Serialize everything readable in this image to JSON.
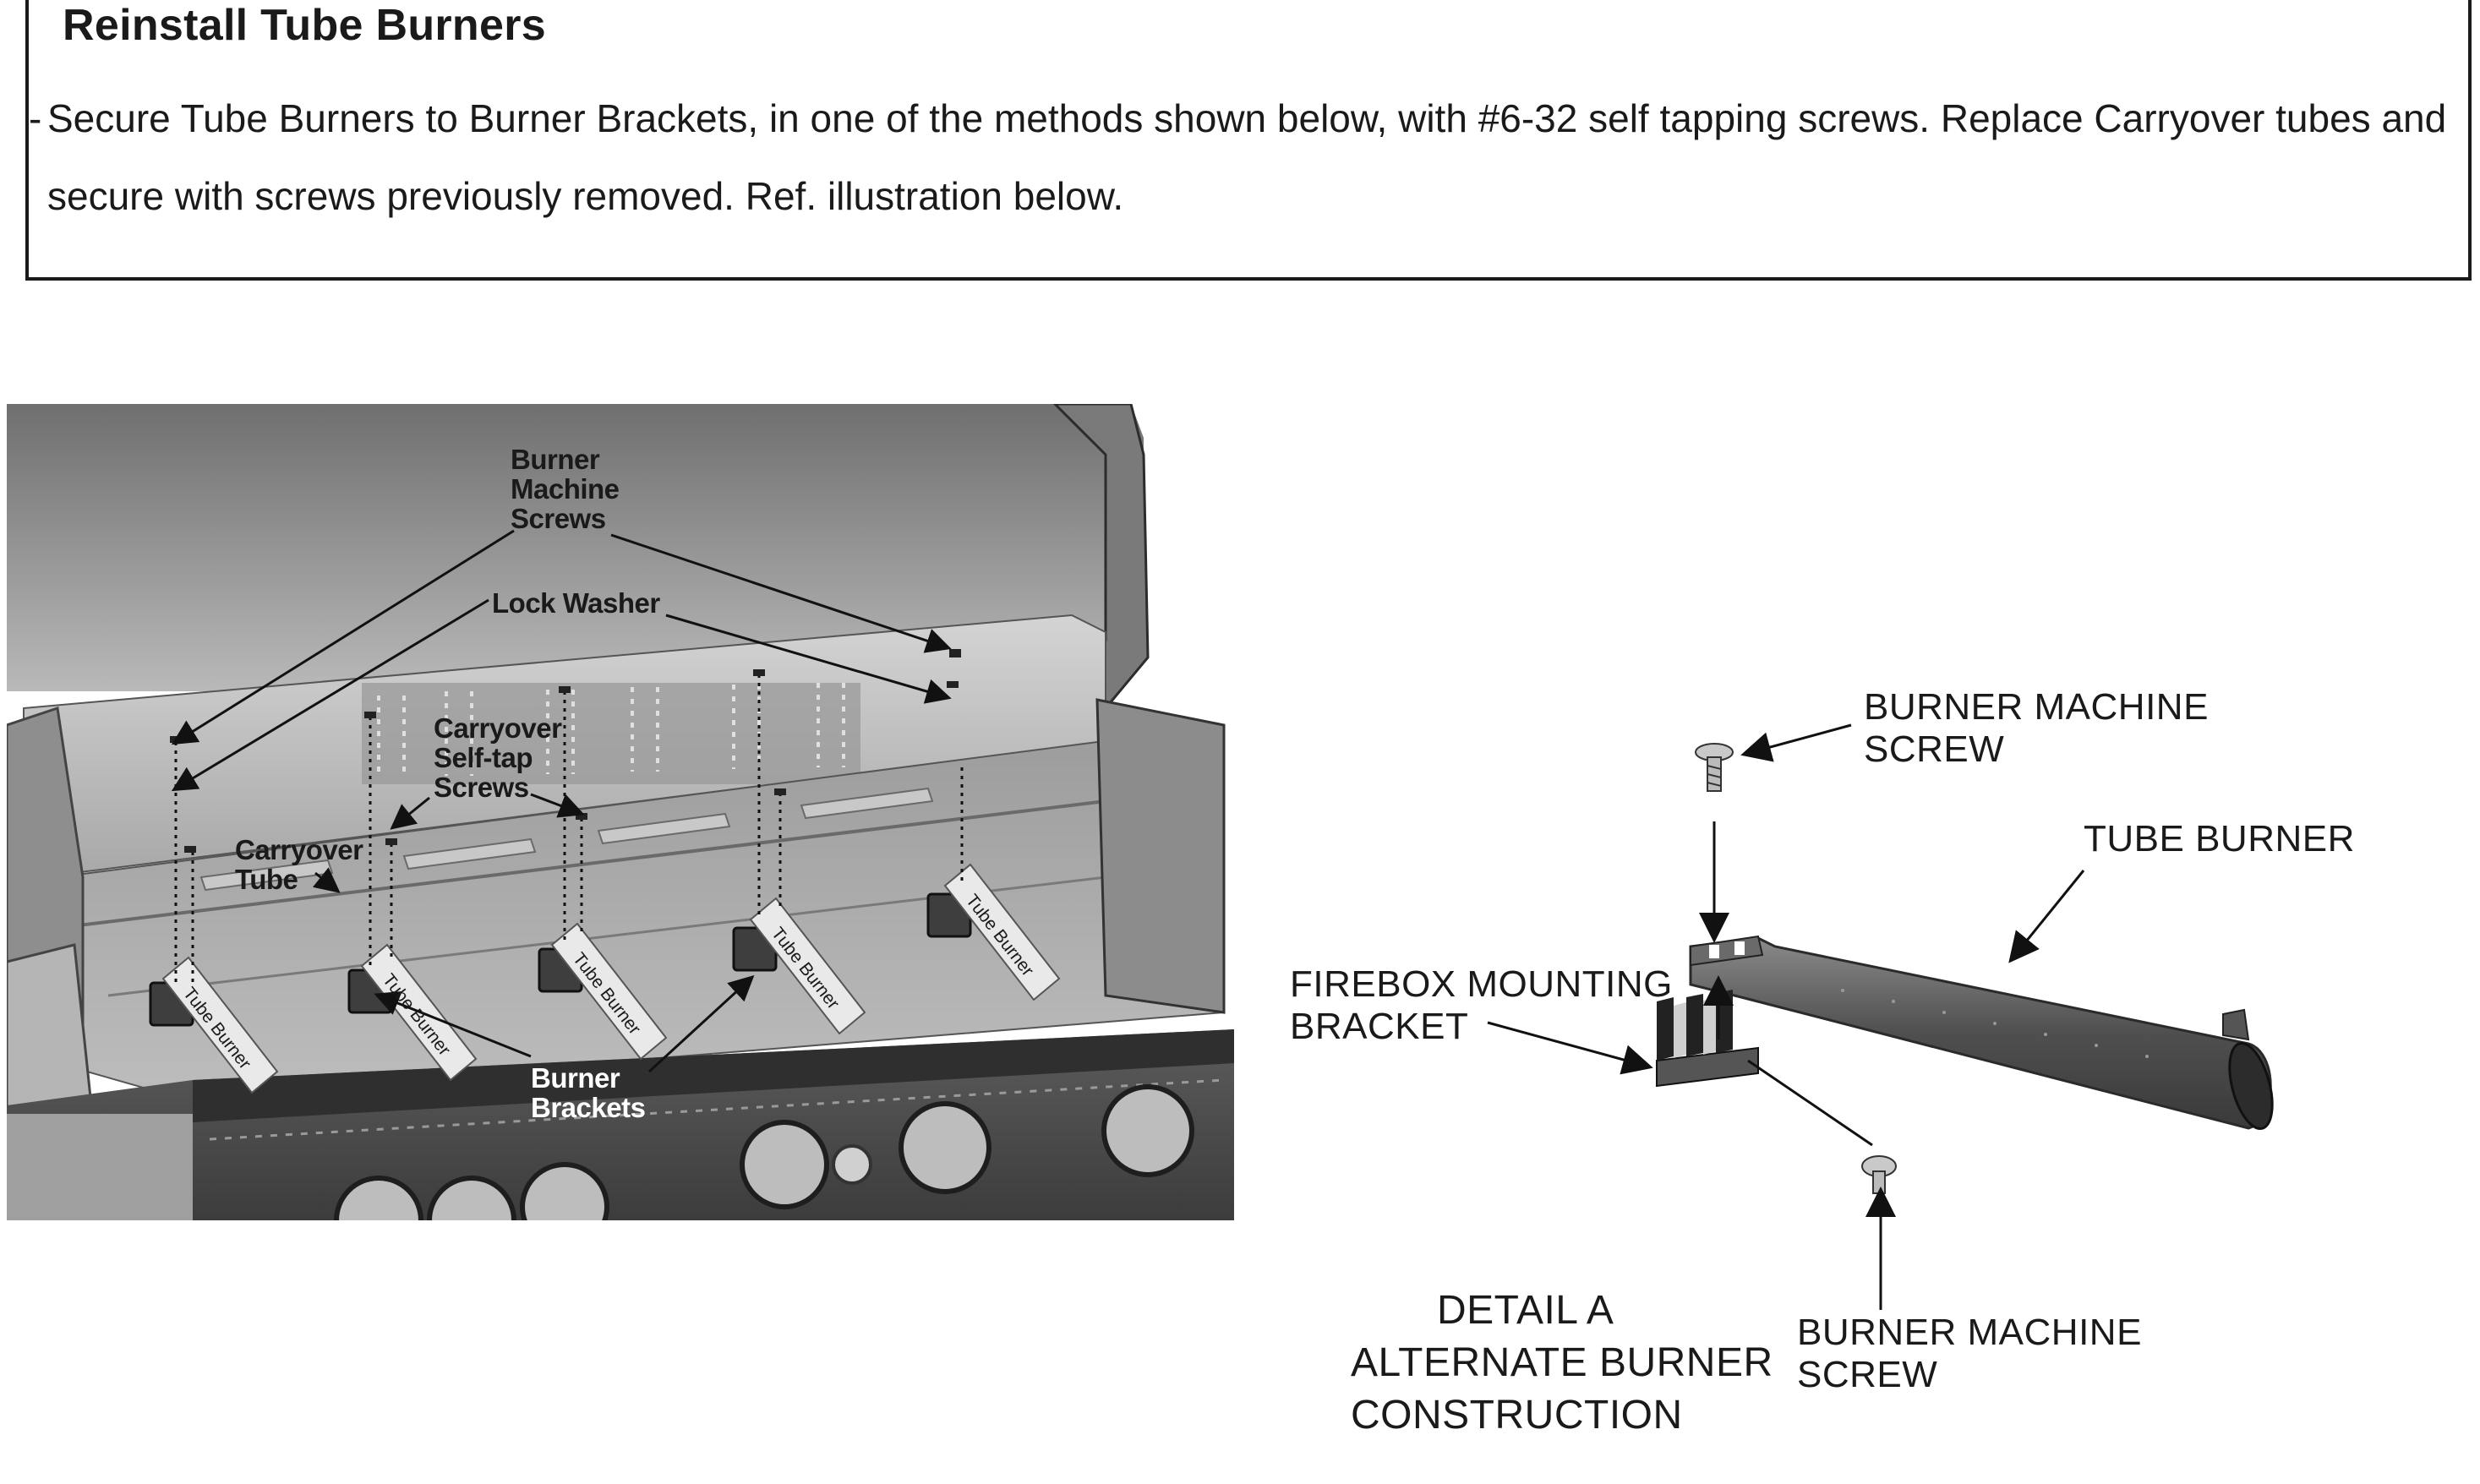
{
  "instructions": {
    "title": "Reinstall Tube Burners",
    "bullet": "-",
    "line1": "Secure Tube Burners to Burner Brackets, in one of  the methods shown below, with #6-32 self tapping screws.  Replace Carryover tubes and",
    "line2": "secure with screws previously removed.  Ref. illustration below."
  },
  "grill_diagram": {
    "labels": {
      "burner_machine_screws": "Burner\nMachine\nScrews",
      "lock_washer": "Lock Washer",
      "carryover_self_tap_screws": "Carryover\nSelf-tap\nScrews",
      "carryover_tube": "Carryover\nTube",
      "burner_brackets": "Burner\nBrackets"
    },
    "tube_burner_label": "Tube Burner"
  },
  "detail_a": {
    "burner_machine_screw_top": "BURNER MACHINE\nSCREW",
    "tube_burner": "TUBE BURNER",
    "firebox_mounting_bracket": "FIREBOX MOUNTING\nBRACKET",
    "burner_machine_screw_bottom": "BURNER MACHINE\nSCREW",
    "caption_line1": "DETAIL A",
    "caption_line2": "ALTERNATE BURNER",
    "caption_line3": "CONSTRUCTION"
  },
  "colors": {
    "frame": "#1a1a1a",
    "grill_dark": "#4a4a4a",
    "grill_mid": "#8a8a8a",
    "grill_light": "#c8c8c8",
    "burner_tube": "#5a5a5a"
  }
}
